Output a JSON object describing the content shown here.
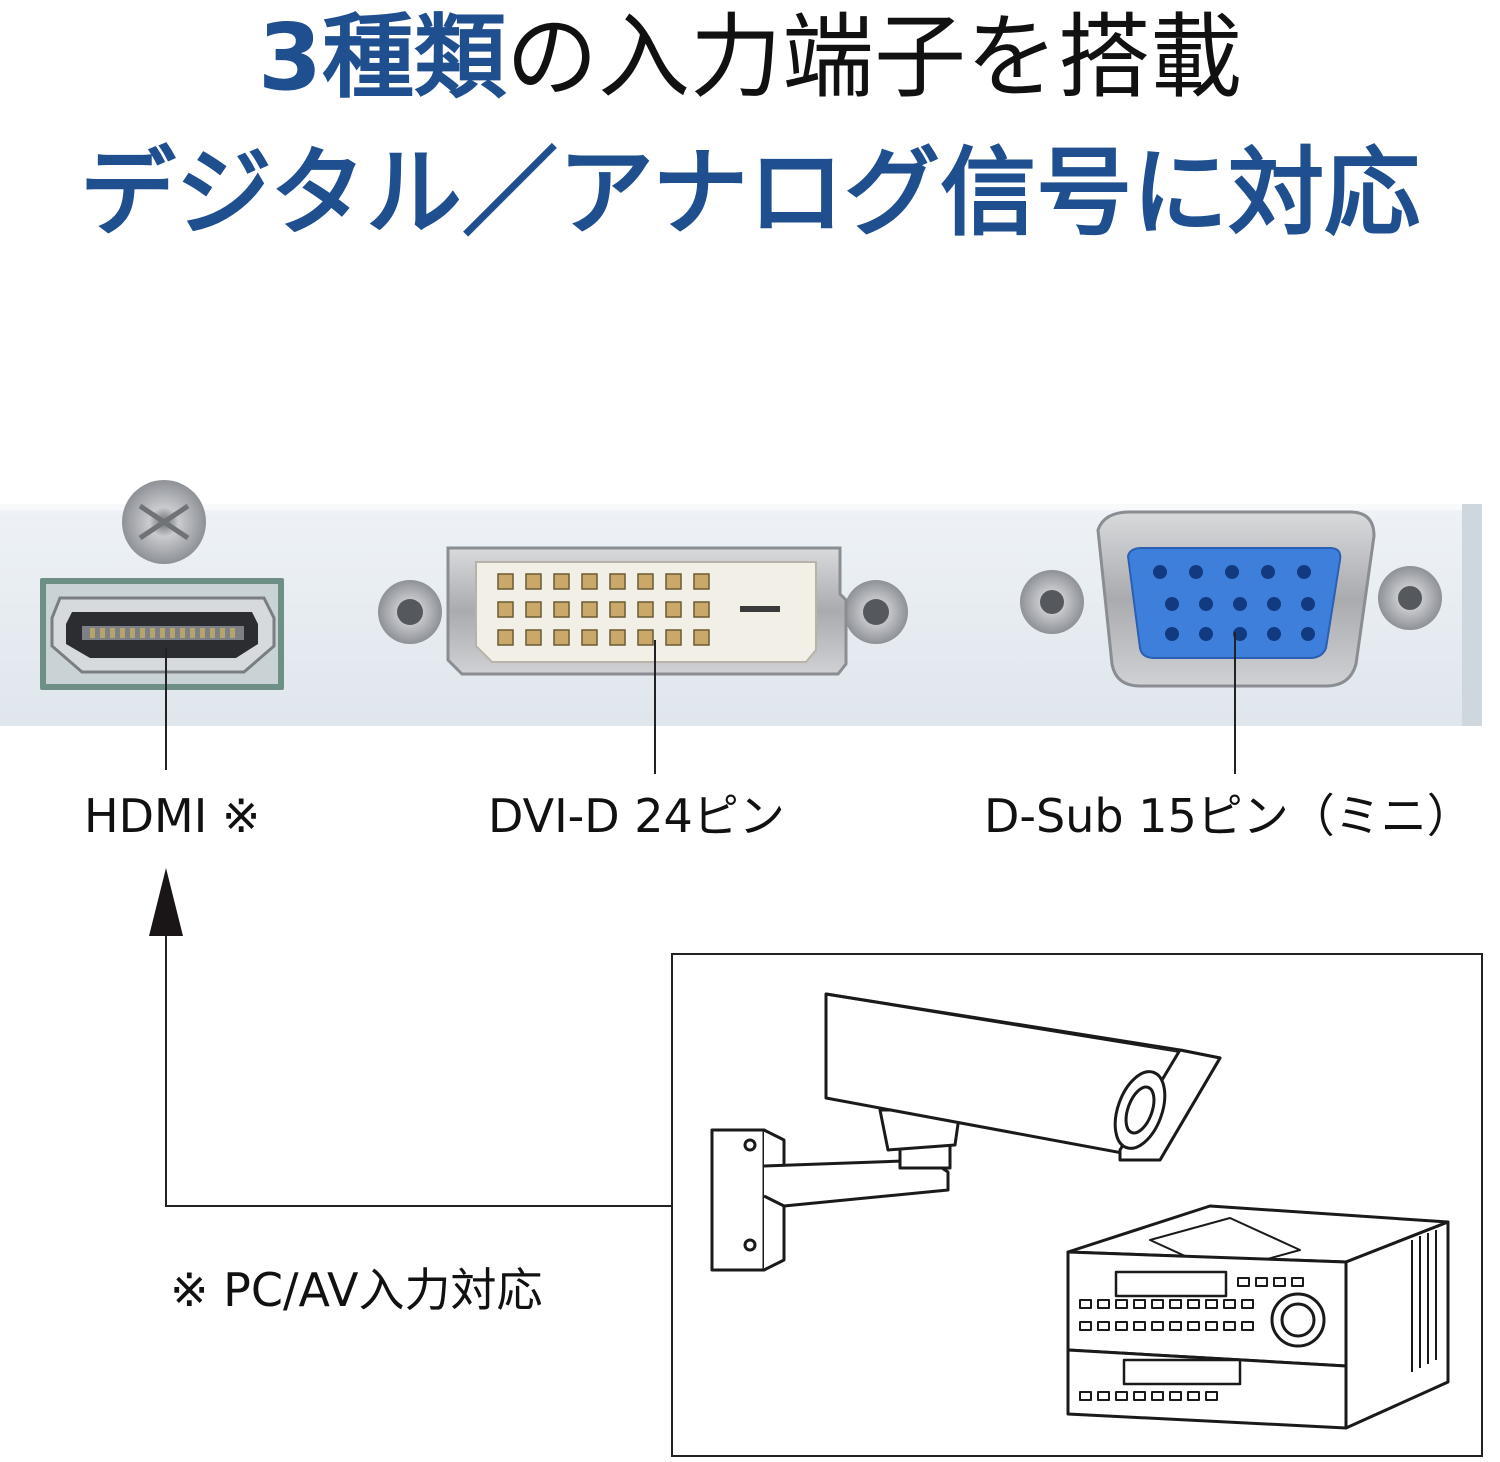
{
  "heading": {
    "line1_highlight": "3種類",
    "line1_rest": "の入力端子を搭載",
    "line2": "デジタル／アナログ信号に対応"
  },
  "ports": {
    "hdmi": "HDMI ※",
    "dvi": "DVI-D 24ピン",
    "dsub": "D-Sub 15ピン（ミニ）"
  },
  "note": "※ PC/AV入力対応",
  "colors": {
    "heading_blue": "#1f4f8f",
    "panel": "#e3e9ef",
    "vga_blue": "#3f7fdc",
    "text": "#111111"
  }
}
